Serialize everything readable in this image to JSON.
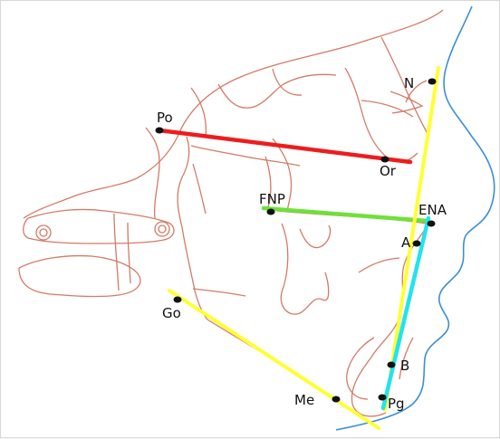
{
  "diagram": {
    "landmarks": {
      "po": "Po",
      "or": "Or",
      "n": "N",
      "fnp": "FNP",
      "ena": "ENA",
      "a": "A",
      "go": "Go",
      "b": "B",
      "me": "Me",
      "pg": "Pg"
    },
    "colors": {
      "background": "#ffffff",
      "tracing": "#d47a66",
      "soft_tissue": "#3a8fd6",
      "frankfort_plane": "#ee1c1c",
      "palatal_plane": "#6fe03a",
      "facial_and_mandibular_lines": "#ffff33",
      "a_pg_line": "#22e3f0",
      "landmark_dot": "#111111"
    }
  }
}
